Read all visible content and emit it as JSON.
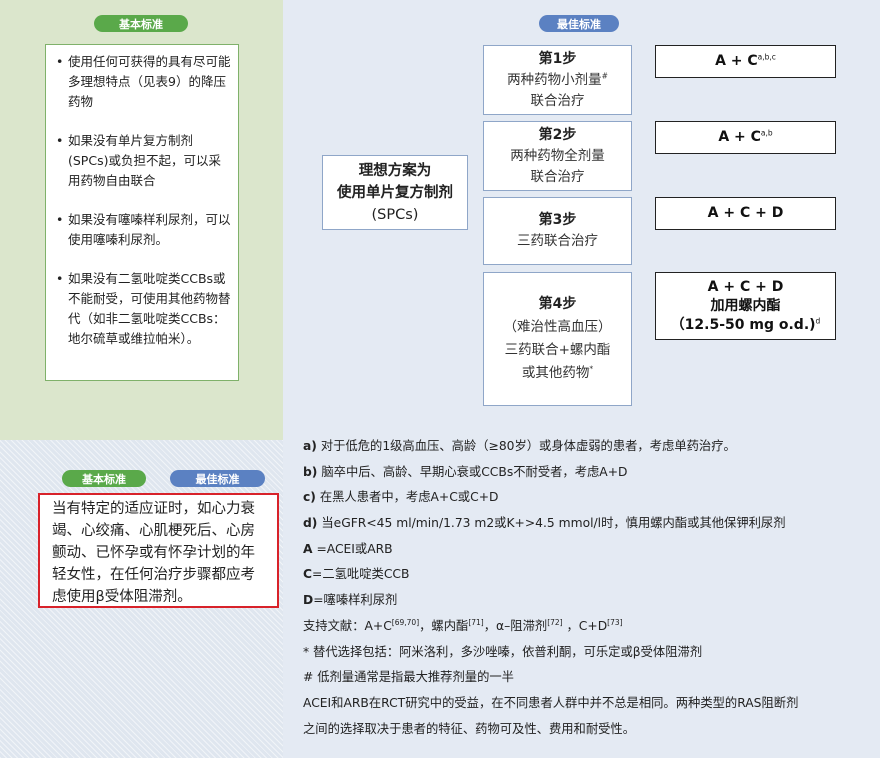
{
  "labels": {
    "basic": "基本标准",
    "best": "最佳标准"
  },
  "basic_items": [
    "使用任何可获得的具有尽可能多理想特点（见表9）的降压药物",
    "如果没有单片复方制剂(SPCs)或负担不起，可以采用药物自由联合",
    "如果没有噻嗪样利尿剂，可以使用噻嗪利尿剂。",
    "如果没有二氢吡啶类CCBs或不能耐受，可使用其他药物替代（如非二氢吡啶类CCBs：地尔硫草或维拉帕米）。"
  ],
  "ideal": {
    "line1": "理想方案为",
    "line2": "使用单片复方制剂",
    "line3": "(SPCs)"
  },
  "steps": [
    {
      "title": "第1步",
      "line1": "两种药物小剂量",
      "line1_sup": "#",
      "line2": "联合治疗"
    },
    {
      "title": "第2步",
      "line1": "两种药物全剂量",
      "line2": "联合治疗"
    },
    {
      "title": "第3步",
      "line1": "三药联合治疗"
    },
    {
      "title": "第4步",
      "line1": "（难治性高血压）",
      "line2": "三药联合+螺内酯",
      "line3": "或其他药物",
      "line3_sup": "*"
    }
  ],
  "regimens": [
    {
      "text": "A + C",
      "sup": "a,b,c"
    },
    {
      "text": "A + C",
      "sup": "a,b"
    },
    {
      "text": "A + C + D"
    },
    {
      "line1": "A + C + D",
      "line2": "加用螺内酯",
      "line3": "（12.5-50 mg o.d.)",
      "sup": "d"
    }
  ],
  "notes": [
    {
      "key": "a)",
      "text": " 对于低危的1级高血压、高龄（≥80岁）或身体虚弱的患者，考虑单药治疗。"
    },
    {
      "key": "b)",
      "text": " 脑卒中后、高龄、早期心衰或CCBs不耐受者，考虑A+D"
    },
    {
      "key": "c)",
      "text": " 在黑人患者中，考虑A+C或C+D"
    },
    {
      "key": "d)",
      "text": " 当eGFR<45 ml/min/1.73 m2或K+>4.5 mmol/l时，慎用螺内酯或其他保钾利尿剂"
    },
    {
      "key": "A",
      "text": " =ACEI或ARB"
    },
    {
      "key": "C",
      "text": "=二氢吡啶类CCB"
    },
    {
      "key": "D",
      "text": "=噻嗪样利尿剂"
    }
  ],
  "support": {
    "prefix": "支持文献：A+C",
    "ref1": "[69,70]",
    "mid1": "，螺内酯",
    "ref2": "[71]",
    "mid2": "，α–阻滞剂",
    "ref3": "[72]",
    "mid3": " ，C+D",
    "ref4": "[73]"
  },
  "footnotes": [
    "* 替代选择包括：阿米洛利，多沙唑嗪，依普利酮，可乐定或β受体阻滞剂",
    "# 低剂量通常是指最大推荐剂量的一半",
    "ACEI和ARB在RCT研究中的受益，在不同患者人群中并不总是相同。两种类型的RAS阻断剂",
    "之间的选择取决于患者的特征、药物可及性、费用和耐受性。"
  ],
  "special_note": "当有特定的适应证时，如心力衰竭、心绞痛、心肌梗死后、心房颤动、已怀孕或有怀孕计划的年轻女性，在任何治疗步骤都应考虑使用β受体阻滞剂。"
}
